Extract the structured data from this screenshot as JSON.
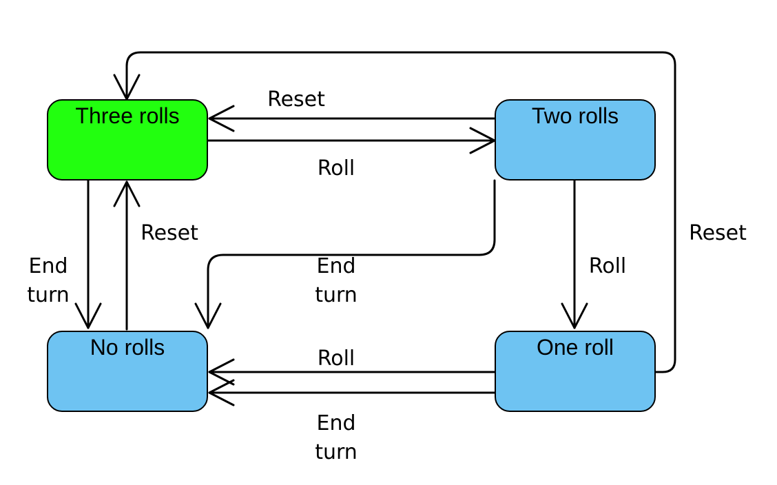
{
  "colors": {
    "active_state": "#22ff0f",
    "inactive_state": "#6ec3f2",
    "stroke": "#000000"
  },
  "states": {
    "three_rolls": "Three rolls",
    "two_rolls": "Two rolls",
    "one_roll": "One roll",
    "no_rolls": "No rolls"
  },
  "transitions": {
    "two_to_three_reset": "Reset",
    "three_to_two_roll": "Roll",
    "no_to_three_reset": "Reset",
    "three_to_no_end_turn": {
      "line1": "End",
      "line2": "turn"
    },
    "two_to_no_end_turn": {
      "line1": "End",
      "line2": "turn"
    },
    "two_to_one_roll": "Roll",
    "one_to_three_reset": "Reset",
    "one_to_no_roll": "Roll",
    "one_to_no_end_turn": {
      "line1": "End",
      "line2": "turn"
    }
  }
}
